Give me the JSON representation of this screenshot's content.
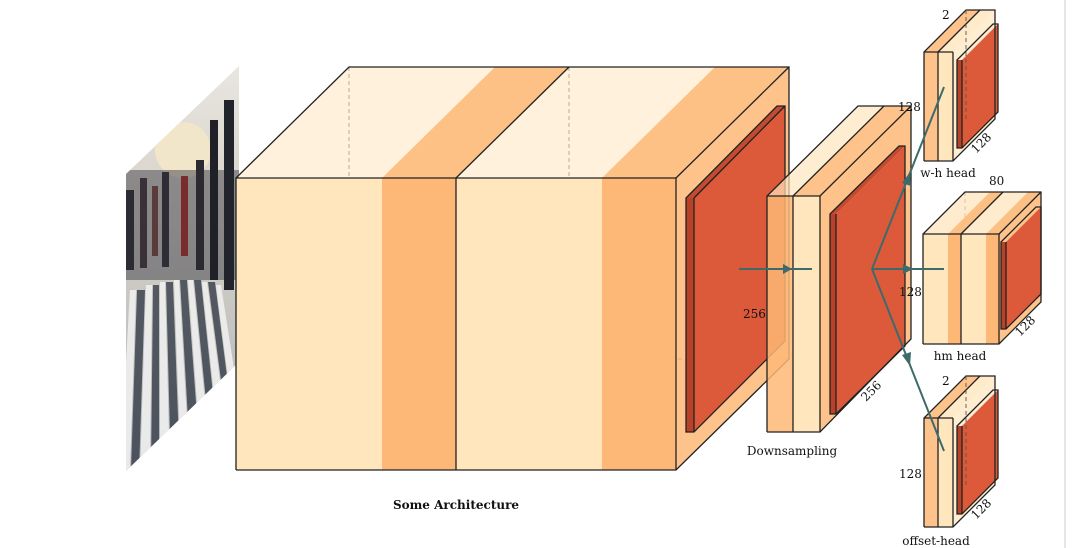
{
  "labels": {
    "main_block": "Some Architecture",
    "downsampling": "Downsampling",
    "main_depth": "256",
    "down_depth": "256",
    "down_top": "128",
    "wh_head": "w-h head",
    "wh_top": "2",
    "wh_side": "128",
    "hm_head": "hm head",
    "hm_top": "80",
    "hm_left": "128",
    "hm_side": "128",
    "offset_head": "offset-head",
    "offset_top": "2",
    "offset_left": "128",
    "offset_side": "128"
  },
  "colors": {
    "light": "#ffe6bd",
    "medium": "#fdb877",
    "red": "#dc5a3a",
    "arrow": "#3d6b6b"
  }
}
